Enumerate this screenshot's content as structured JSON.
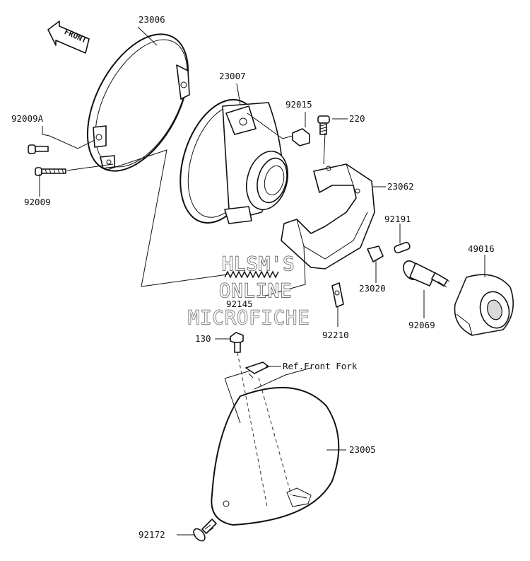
{
  "diagram": {
    "front_arrow_label": "FRONT",
    "parts": {
      "p23006": "23006",
      "p23007": "23007",
      "p92015": "92015",
      "p220": "220",
      "p92009A": "92009A",
      "p92009": "92009",
      "p23062": "23062",
      "p92191": "92191",
      "p49016": "49016",
      "p23020": "23020",
      "p92145": "92145",
      "p92210": "92210",
      "p92069": "92069",
      "p130": "130",
      "p23005": "23005",
      "p92172": "92172"
    },
    "ref_note": "Ref.Front Fork"
  },
  "watermark": {
    "line1": "HLSM'S",
    "line2": "ONLINE",
    "line3": "MICROFICHE"
  }
}
